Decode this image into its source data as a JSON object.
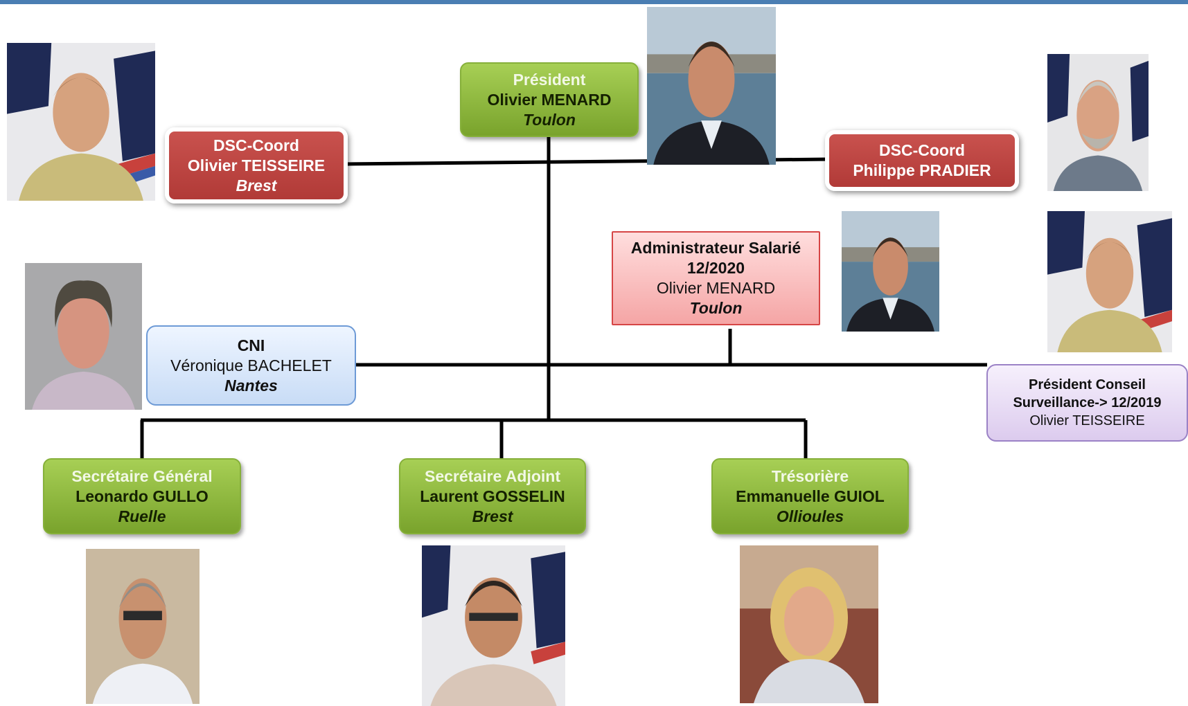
{
  "president": {
    "title": "Président",
    "name": "Olivier MENARD",
    "place": "Toulon"
  },
  "dsc_left": {
    "title": "DSC-Coord",
    "name": "Olivier TEISSEIRE",
    "place": "Brest"
  },
  "dsc_right": {
    "title": "DSC-Coord",
    "name": "Philippe PRADIER"
  },
  "administrateur": {
    "title": "Administrateur Salarié",
    "date": "12/2020",
    "name": "Olivier MENARD",
    "place": "Toulon"
  },
  "cni": {
    "title": "CNI",
    "name": "Véronique BACHELET",
    "place": "Nantes"
  },
  "conseil": {
    "title_line1": "Président Conseil",
    "title_line2": "Surveillance-> 12/2019",
    "name": "Olivier TEISSEIRE"
  },
  "secretaire_general": {
    "title": "Secrétaire Général",
    "name": "Leonardo GULLO",
    "place": "Ruelle"
  },
  "secretaire_adjoint": {
    "title": "Secrétaire Adjoint",
    "name": "Laurent GOSSELIN",
    "place": "Brest"
  },
  "tresoriere": {
    "title": "Trésorière",
    "name": "Emmanuelle GUIOL",
    "place": "Ollioules"
  },
  "colors": {
    "header_bar": "#4a7eb3",
    "green": "#8fbc43",
    "red": "#c0504d",
    "pink": "#f8b9b9",
    "blue": "#dbe8fa",
    "purple": "#e6dbf3",
    "connector": "#000000"
  }
}
